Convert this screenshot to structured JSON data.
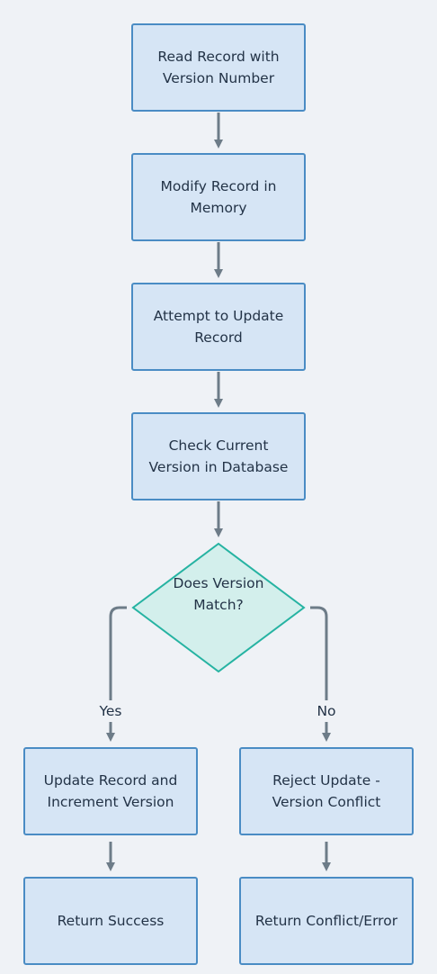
{
  "nodes": {
    "read_record": "Read Record with Version Number",
    "modify_record": "Modify Record in Memory",
    "attempt_update": "Attempt to Update Record",
    "check_version": "Check Current Version in Database",
    "version_match": "Does Version Match?",
    "update_increment": "Update Record and Increment Version",
    "reject_update": "Reject Update - Version Conflict",
    "return_success": "Return Success",
    "return_conflict": "Return Conflict/Error"
  },
  "edges": {
    "yes_label": "Yes",
    "no_label": "No"
  },
  "colors": {
    "background": "#eff2f6",
    "process_fill": "#d6e5f5",
    "process_border": "#4a8cc4",
    "decision_fill": "#d3efec",
    "decision_border": "#26b3a2",
    "connector": "#6d7c88",
    "text": "#233347"
  }
}
